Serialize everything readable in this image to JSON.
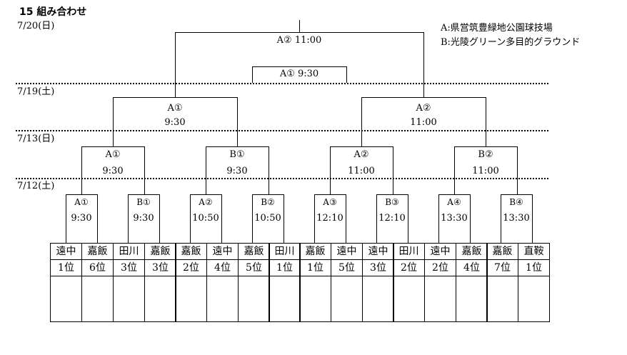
{
  "title": "15 組み合わせ",
  "dates": {
    "d0720": "7/20(日)",
    "d0719": "7/19(土)",
    "d0713": "7/13(日)",
    "d0712": "7/12(土)"
  },
  "legend": {
    "a": "A:県営筑豊緑地公園球技場",
    "b": "B:光陵グリーン多目的グラウンド"
  },
  "final": "A② 11:00",
  "third_place": "A① 9:30",
  "semifinal": [
    {
      "court": "A①",
      "time": "9:30"
    },
    {
      "court": "A②",
      "time": "11:00"
    }
  ],
  "quarterfinal": [
    {
      "court": "A①",
      "time": "9:30"
    },
    {
      "court": "B①",
      "time": "9:30"
    },
    {
      "court": "A②",
      "time": "11:00"
    },
    {
      "court": "B②",
      "time": "11:00"
    }
  ],
  "round1": [
    {
      "court": "A①",
      "time": "9:30"
    },
    {
      "court": "B①",
      "time": "9:30"
    },
    {
      "court": "A②",
      "time": "10:50"
    },
    {
      "court": "B②",
      "time": "10:50"
    },
    {
      "court": "A③",
      "time": "12:10"
    },
    {
      "court": "B③",
      "time": "12:10"
    },
    {
      "court": "A④",
      "time": "13:30"
    },
    {
      "court": "B④",
      "time": "13:30"
    }
  ],
  "teams": [
    {
      "name": "遠中",
      "rank": "1位"
    },
    {
      "name": "嘉飯",
      "rank": "6位"
    },
    {
      "name": "田川",
      "rank": "3位"
    },
    {
      "name": "嘉飯",
      "rank": "3位"
    },
    {
      "name": "嘉飯",
      "rank": "2位"
    },
    {
      "name": "遠中",
      "rank": "4位"
    },
    {
      "name": "嘉飯",
      "rank": "5位"
    },
    {
      "name": "田川",
      "rank": "1位"
    },
    {
      "name": "嘉飯",
      "rank": "1位"
    },
    {
      "name": "遠中",
      "rank": "5位"
    },
    {
      "name": "遠中",
      "rank": "3位"
    },
    {
      "name": "田川",
      "rank": "2位"
    },
    {
      "name": "遠中",
      "rank": "2位"
    },
    {
      "name": "嘉飯",
      "rank": "4位"
    },
    {
      "name": "嘉飯",
      "rank": "7位"
    },
    {
      "name": "直鞍",
      "rank": "1位"
    }
  ]
}
